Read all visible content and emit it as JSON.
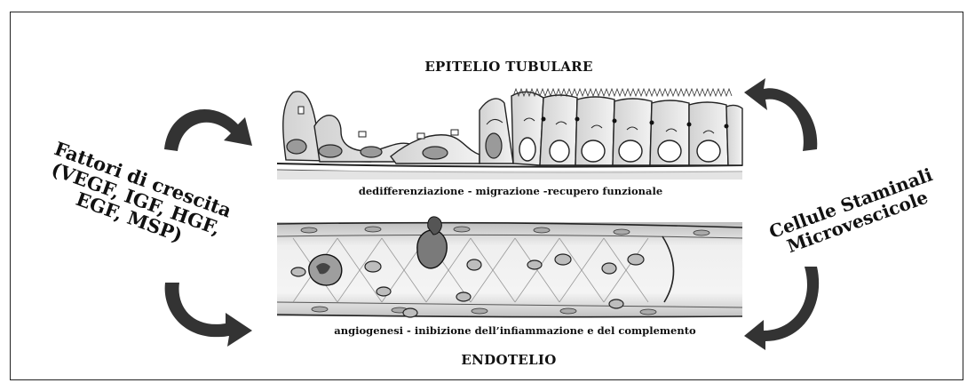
{
  "figure": {
    "epithelium_title": "EPITELIO TUBULARE",
    "epithelium_caption": "dedifferenziazione - migrazione -recupero funzionale",
    "endothelium_caption": "angiogenesi - inibizione dell’infiammazione e del complemento",
    "endothelium_title": "ENDOTELIO",
    "left_label_lines": [
      "Fattori di crescita",
      "(VEGF, IGF, HGF,",
      "EGF, MSP)"
    ],
    "right_label_lines": [
      "Cellule Staminali",
      "Microvescicole"
    ]
  },
  "colors": {
    "ink": "#1a1a1a",
    "arrow_fill": "#333333",
    "cell_shade": "#cfcfcf",
    "vessel_shade": "#e3e3e3"
  },
  "icons": [
    "curved-arrow-icon"
  ]
}
